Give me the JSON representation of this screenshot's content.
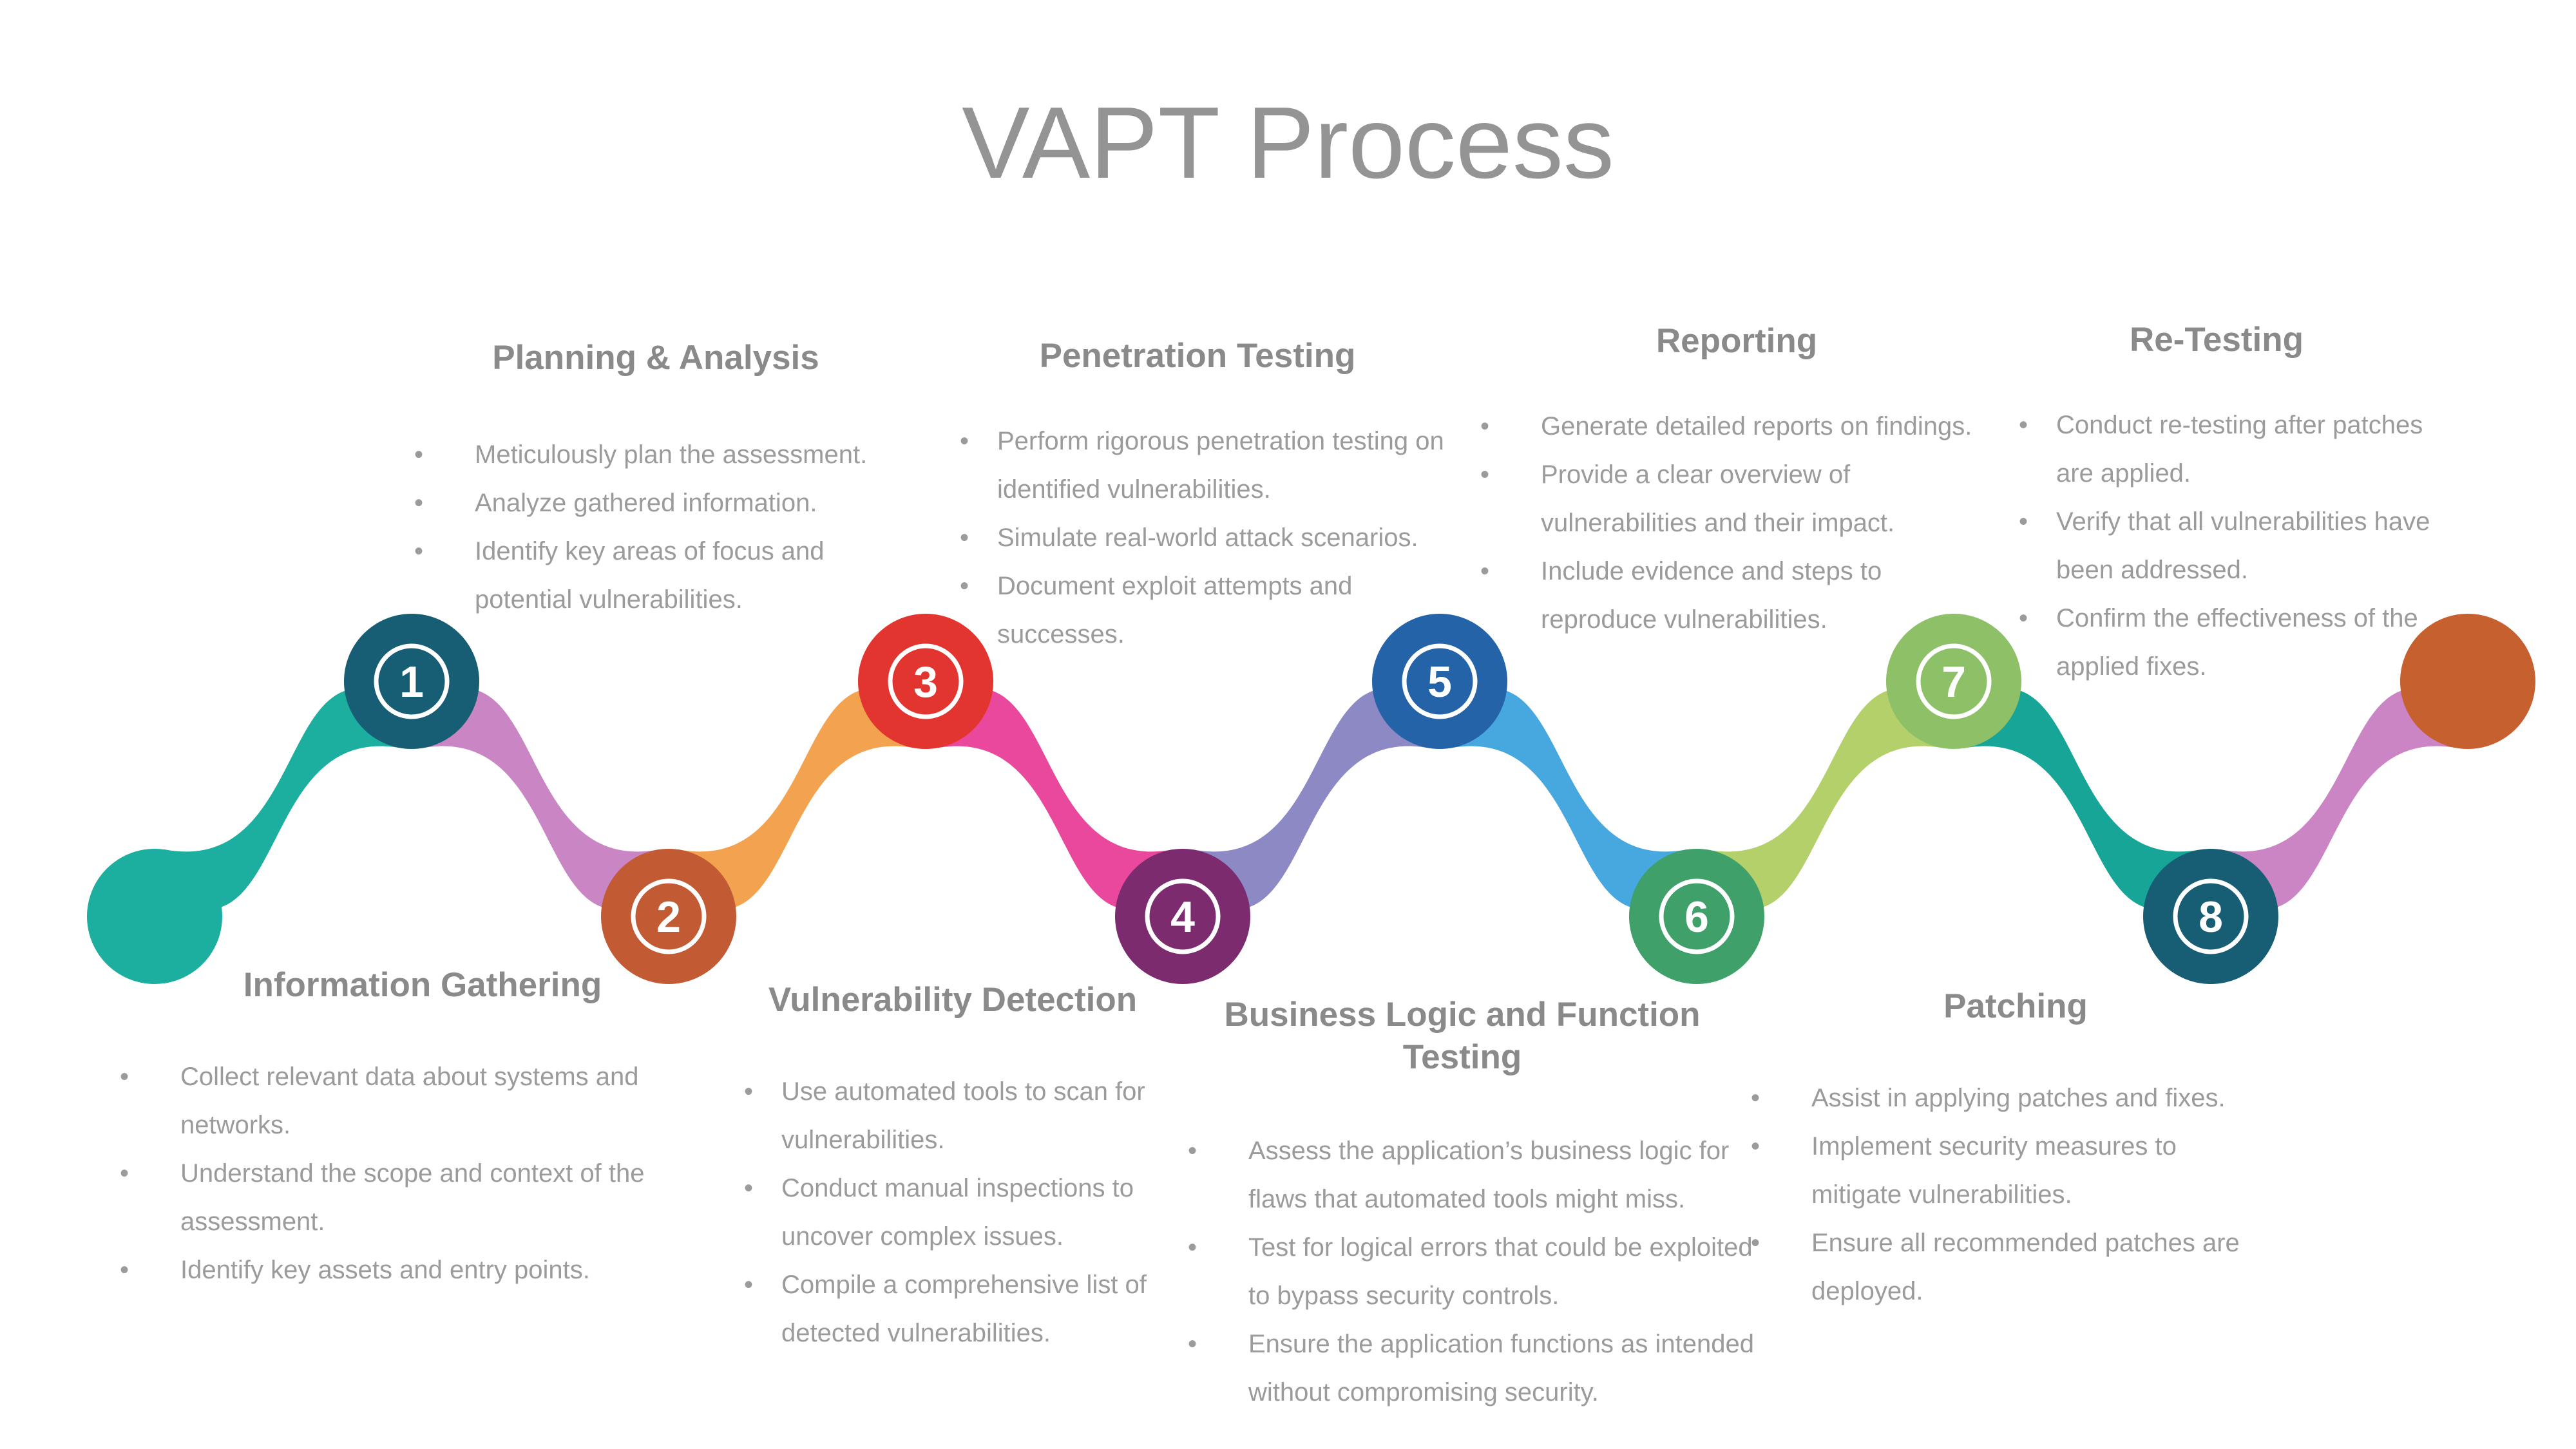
{
  "page_title": "VAPT Process",
  "colors": {
    "background": "#ffffff",
    "title_text": "#949494",
    "heading_text": "#8a8a8a",
    "body_text": "#9b9b9b"
  },
  "process": {
    "start_node_color": "#1CAE9E",
    "end_node_color": "#C7602F",
    "end_connector_color": "#CB85C4",
    "steps": [
      {
        "number": "1",
        "title": "Information Gathering",
        "circle_color": "#175E74",
        "connector_in_color": "#1CAE9E",
        "bullets": [
          "Collect relevant data about systems and networks.",
          "Understand the scope and context of the assessment.",
          "Identify key assets and entry points."
        ]
      },
      {
        "number": "2",
        "title": "Planning & Analysis",
        "circle_color": "#C25B33",
        "connector_in_color": "#C985C4",
        "bullets": [
          "Meticulously plan the assessment.",
          "Analyze gathered information.",
          "Identify key areas of focus and potential vulnerabilities."
        ]
      },
      {
        "number": "3",
        "title": "Vulnerability Detection",
        "circle_color": "#E23530",
        "connector_in_color": "#F3A24F",
        "bullets": [
          "Use automated tools to scan for vulnerabilities.",
          "Conduct manual inspections to uncover complex issues.",
          "Compile a comprehensive list of detected vulnerabilities."
        ]
      },
      {
        "number": "4",
        "title": "Penetration Testing",
        "circle_color": "#7C2C6E",
        "connector_in_color": "#E9489C",
        "bullets": [
          "Perform rigorous penetration testing on identified vulnerabilities.",
          "Simulate real-world attack scenarios.",
          "Document exploit attempts and successes."
        ]
      },
      {
        "number": "5",
        "title": "Business Logic and Function Testing",
        "circle_color": "#2563A9",
        "connector_in_color": "#8C89C4",
        "bullets": [
          "Assess the application’s business logic for flaws that automated tools might miss.",
          "Test for logical errors that could be exploited to bypass security controls.",
          "Ensure the application functions as intended without compromising security."
        ]
      },
      {
        "number": "6",
        "title": "Reporting",
        "circle_color": "#3FA06A",
        "connector_in_color": "#47A8E0",
        "bullets": [
          "Generate detailed reports on findings.",
          "Provide a clear overview of vulnerabilities and their impact.",
          "Include evidence and steps to reproduce vulnerabilities."
        ]
      },
      {
        "number": "7",
        "title": "Patching",
        "circle_color": "#8EC167",
        "connector_in_color": "#B3D06A",
        "bullets": [
          "Assist in applying patches and fixes.",
          "Implement security measures to mitigate vulnerabilities.",
          "Ensure all recommended patches are deployed."
        ]
      },
      {
        "number": "8",
        "title": "Re-Testing",
        "circle_color": "#175E74",
        "connector_in_color": "#16A597",
        "bullets": [
          "Conduct re-testing after patches are applied.",
          "Verify that all vulnerabilities have been addressed.",
          "Confirm the effectiveness of the applied fixes."
        ]
      }
    ]
  }
}
